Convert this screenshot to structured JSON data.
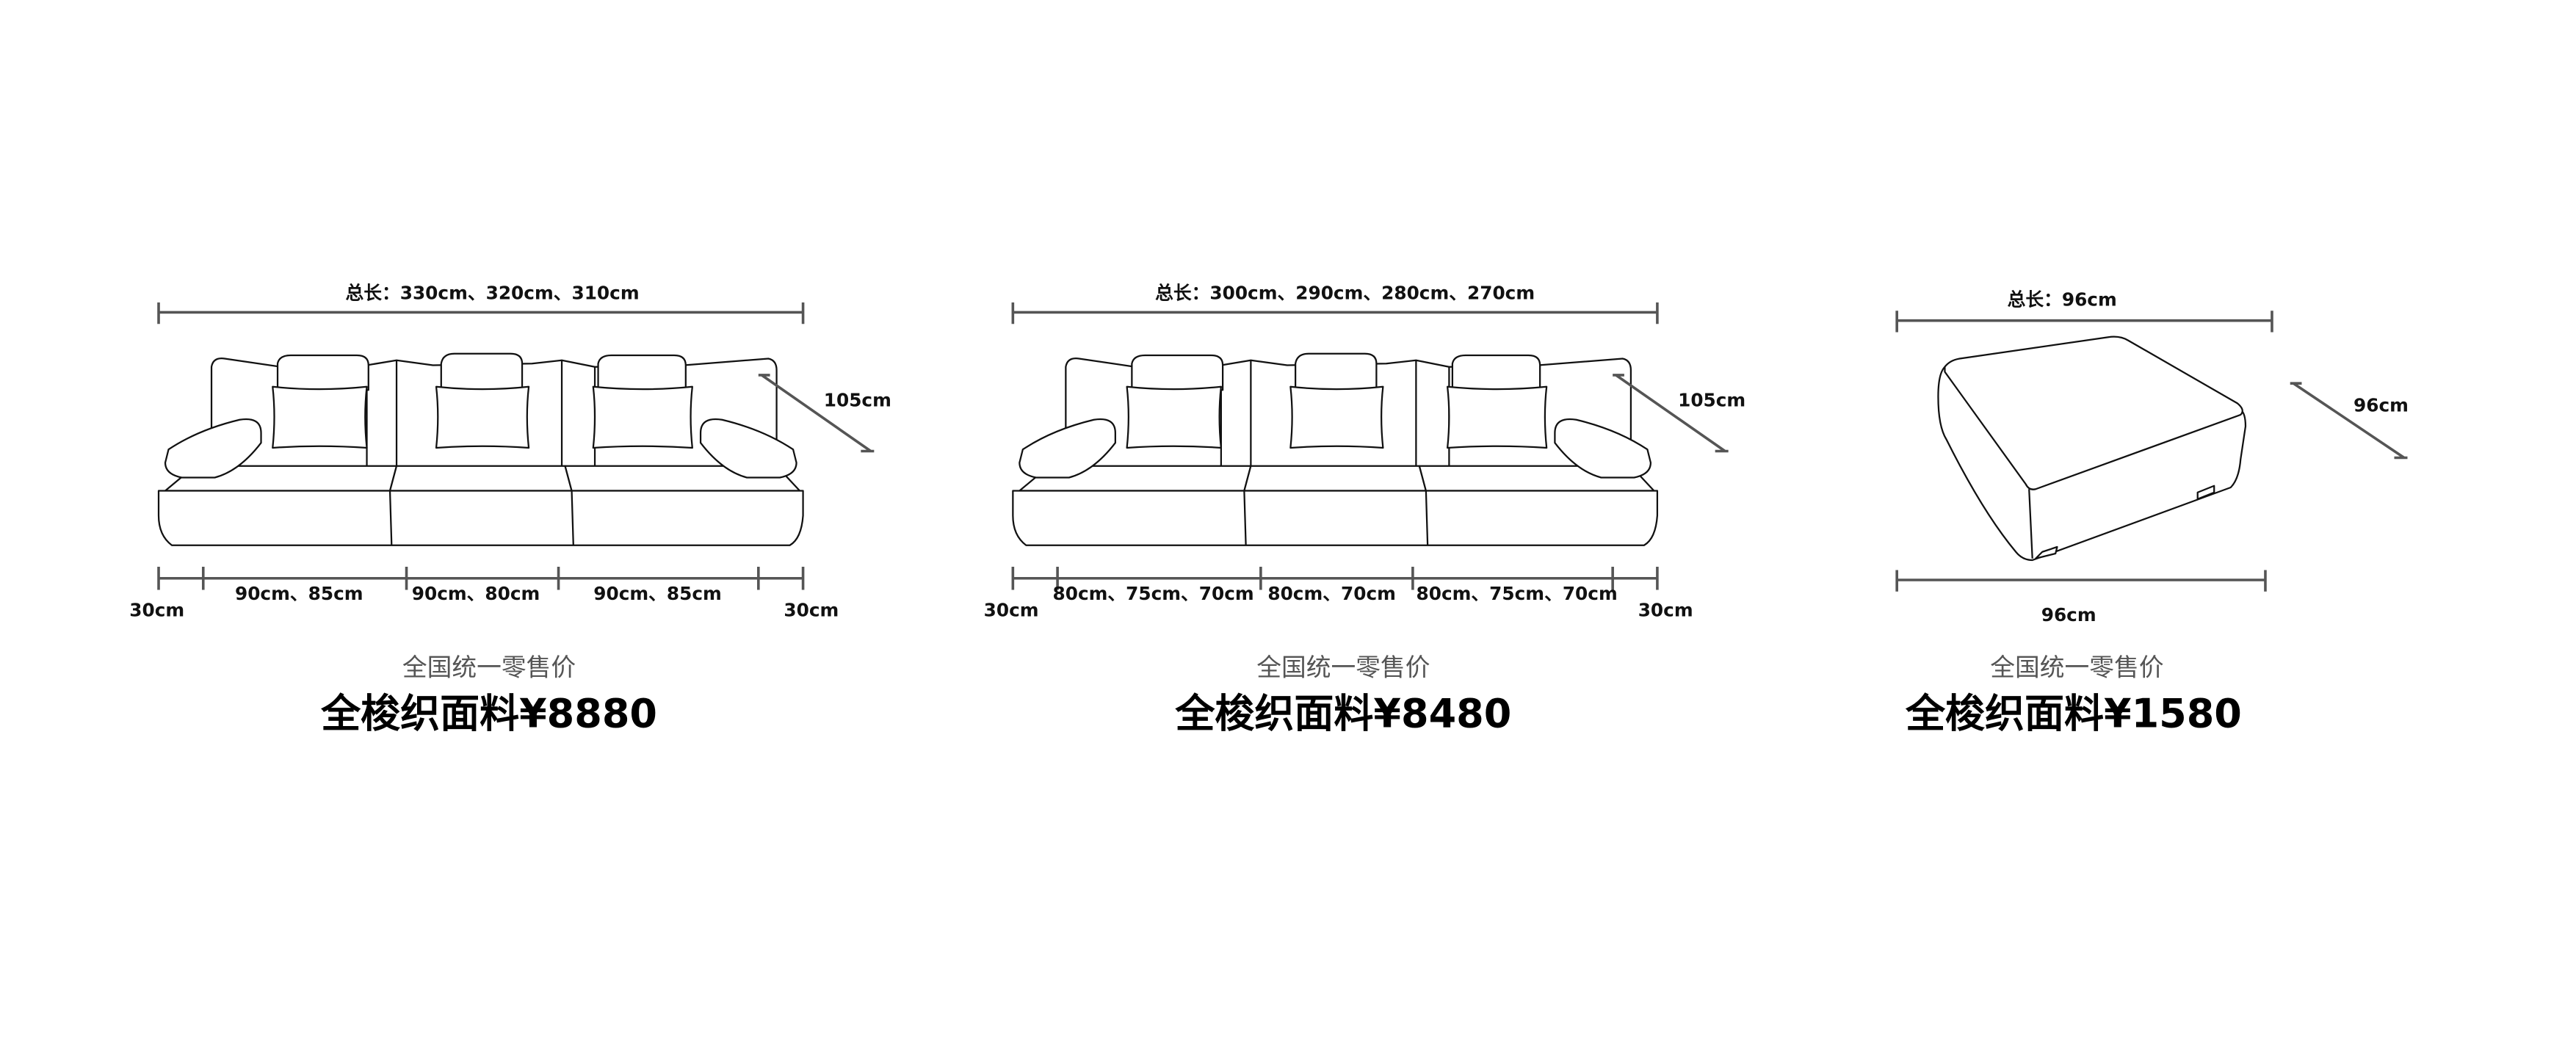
{
  "products": [
    {
      "total_length": "总长：330cm、320cm、310cm",
      "depth": "105cm",
      "arm_left": "30cm",
      "arm_right": "30cm",
      "segments": [
        "90cm、85cm",
        "90cm、80cm",
        "90cm、85cm"
      ],
      "price_caption": "全国统一零售价",
      "price": "全梭织面料¥8880"
    },
    {
      "total_length": "总长：300cm、290cm、280cm、270cm",
      "depth": "105cm",
      "arm_left": "30cm",
      "arm_right": "30cm",
      "segments": [
        "80cm、75cm、70cm",
        "80cm、70cm",
        "80cm、75cm、70cm"
      ],
      "price_caption": "全国统一零售价",
      "price": "全梭织面料¥8480"
    },
    {
      "total_length": "总长：96cm",
      "depth": "96cm",
      "width": "96cm",
      "price_caption": "全国统一零售价",
      "price": "全梭织面料¥1580"
    }
  ]
}
